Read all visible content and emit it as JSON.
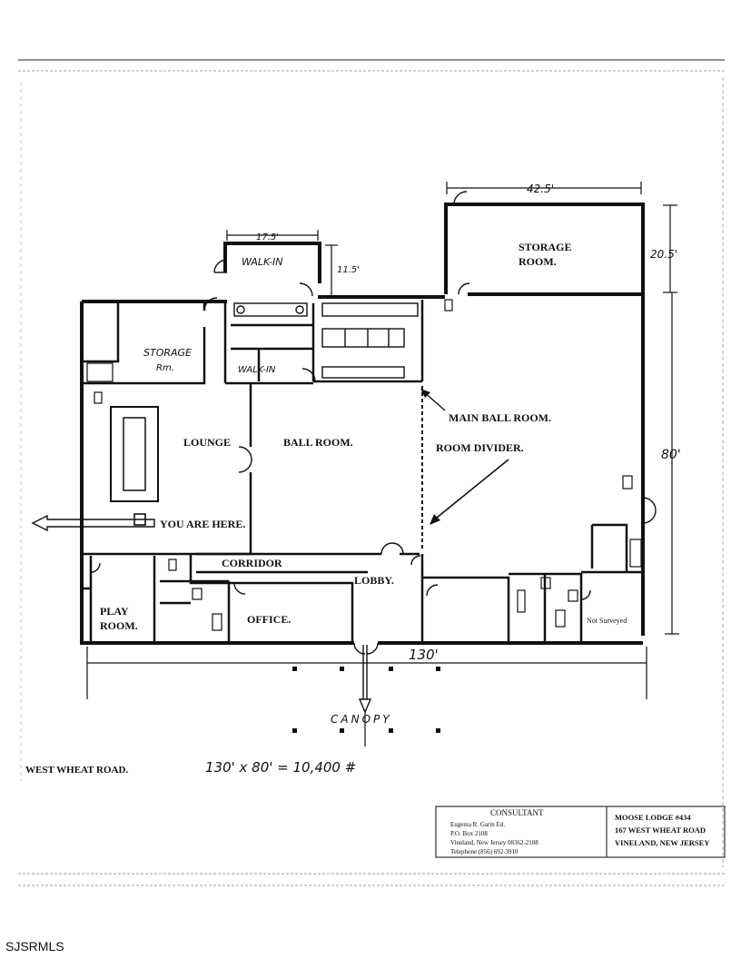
{
  "rooms": {
    "storage_room_top": [
      "STORAGE",
      "ROOM."
    ],
    "walk_in_top": "WALK-IN",
    "storage_room_left": [
      "STORAGE",
      "Rm."
    ],
    "walk_in_mid": "WALK-IN",
    "lounge": "LOUNGE",
    "ball_room": "BALL ROOM.",
    "main_ball_room": "MAIN BALL ROOM.",
    "room_divider": "ROOM DIVIDER.",
    "you_are_here": "YOU ARE HERE.",
    "corridor": "CORRIDOR",
    "lobby": "LOBBY.",
    "play_room": [
      "PLAY",
      "ROOM."
    ],
    "office": "OFFICE.",
    "not_surveyed": "Not Surveyed"
  },
  "dimensions": {
    "storage_width": "42.5'",
    "storage_depth": "20.5'",
    "walkin_width": "17.5'",
    "walkin_depth": "11.5'",
    "building_width": "130'",
    "building_depth": "80'",
    "area_calc": "130' x 80' = 10,400 #"
  },
  "labels": {
    "canopy": "CANOPY",
    "street": "WEST WHEAT ROAD."
  },
  "title_block": {
    "consultant_heading": "CONSULTANT",
    "consultant_lines": [
      "Eugenia R. Garin Ed.",
      "P.O. Box 2108",
      "Vineland, New Jersey 08362-2108",
      "Telephone (856) 692-3910"
    ],
    "lodge_line1": "MOOSE LODGE #434",
    "lodge_line2": "167 WEST WHEAT ROAD",
    "lodge_line3": "VINELAND, NEW JERSEY"
  },
  "footer": "SJSRMLS"
}
